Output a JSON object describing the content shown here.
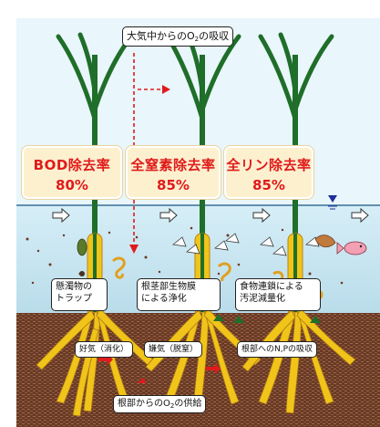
{
  "top_label": {
    "prefix": "大気中からのO",
    "sub": "2",
    "suffix": "の吸収"
  },
  "rates": [
    {
      "title": "BOD除去率",
      "value": "80%"
    },
    {
      "title": "全窒素除去率",
      "value": "85%"
    },
    {
      "title": "全リン除去率",
      "value": "85%"
    }
  ],
  "processes": {
    "trap": "懸濁物の\nトラップ",
    "biofilm": "根茎部生物膜\nによる浄化",
    "food_chain": "食物連鎖による\n汚泥減量化",
    "aerobic": "好気（消化）",
    "anaerobic": "嫌気（脱窒）",
    "np_uptake": "根部へのN,Pの吸収",
    "root_o2": {
      "prefix": "根部からのO",
      "sub": "2",
      "suffix": "の供給"
    }
  },
  "colors": {
    "water": "#cfe8f2",
    "sky": "#e6f5fb",
    "soil": "#6b3a24",
    "stem": "#1f6e2a",
    "root": "#f0c419",
    "accent": "#e01b1b"
  }
}
